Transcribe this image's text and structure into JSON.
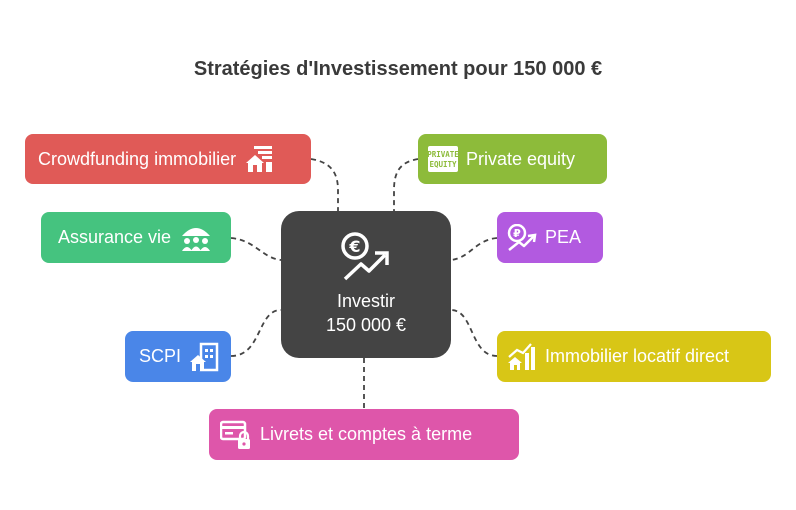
{
  "title": "Stratégies d'Investissement pour 150 000 €",
  "center": {
    "line1": "Investir",
    "line2": "150 000 €",
    "icon": "euro-growth-icon"
  },
  "nodes": {
    "crowdfunding": {
      "label": "Crowdfunding immobilier",
      "color": "#e05a57",
      "icon": "house-list-icon"
    },
    "assurance_vie": {
      "label": "Assurance vie",
      "color": "#45c37f",
      "icon": "umbrella-family-icon"
    },
    "scpi": {
      "label": "SCPI",
      "color": "#4a86e8",
      "icon": "building-house-icon"
    },
    "private_equity": {
      "label": "Private equity",
      "color": "#8dbb3a",
      "icon": "private-equity-icon",
      "icon_text": [
        "PRIVATE",
        "EQUITY"
      ]
    },
    "pea": {
      "label": "PEA",
      "color": "#b25ae0",
      "icon": "coin-chart-icon"
    },
    "immobilier_locatif": {
      "label": "Immobilier locatif direct",
      "color": "#d8c616",
      "icon": "chart-house-icon"
    },
    "livrets": {
      "label": "Livrets et comptes à terme",
      "color": "#de56aa",
      "icon": "card-lock-icon"
    }
  }
}
